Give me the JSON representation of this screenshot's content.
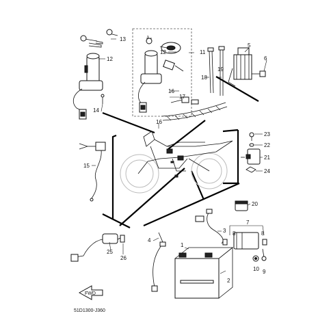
{
  "diagram": {
    "callouts": {
      "c1": "1",
      "c2": "2",
      "c3": "3",
      "c4": "4",
      "c5": "5",
      "c6": "6",
      "c7": "7",
      "c8a": "8",
      "c8b": "8",
      "c9": "9",
      "c10": "10",
      "c11": "11",
      "c12a": "12",
      "c12b": "12",
      "c13": "13",
      "c14": "14",
      "c15": "15",
      "c16a": "16",
      "c16b": "16",
      "c17": "17",
      "c18": "18",
      "c19": "19",
      "c20": "20",
      "c21": "21",
      "c22": "22",
      "c23": "23",
      "c24": "24",
      "c25": "25",
      "c26": "26"
    },
    "fwd_label": "FWD",
    "drawing_code": "51D1300-J360"
  }
}
